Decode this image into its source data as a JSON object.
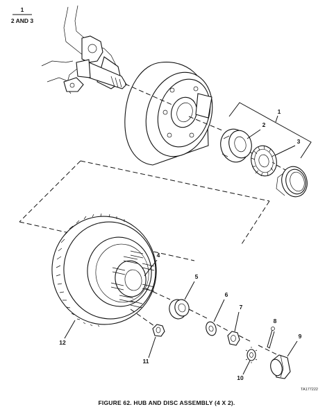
{
  "reference": {
    "top": "1",
    "bottom": "2 AND 3"
  },
  "callouts": {
    "c1": "1",
    "c2": "2",
    "c3": "3",
    "c4": "4",
    "c5": "5",
    "c6": "6",
    "c7": "7",
    "c8": "8",
    "c9": "9",
    "c10": "10",
    "c11": "11",
    "c12": "12"
  },
  "figure_id": "TA177222",
  "caption": "FIGURE 62. HUB AND DISC ASSEMBLY (4 X 2)."
}
